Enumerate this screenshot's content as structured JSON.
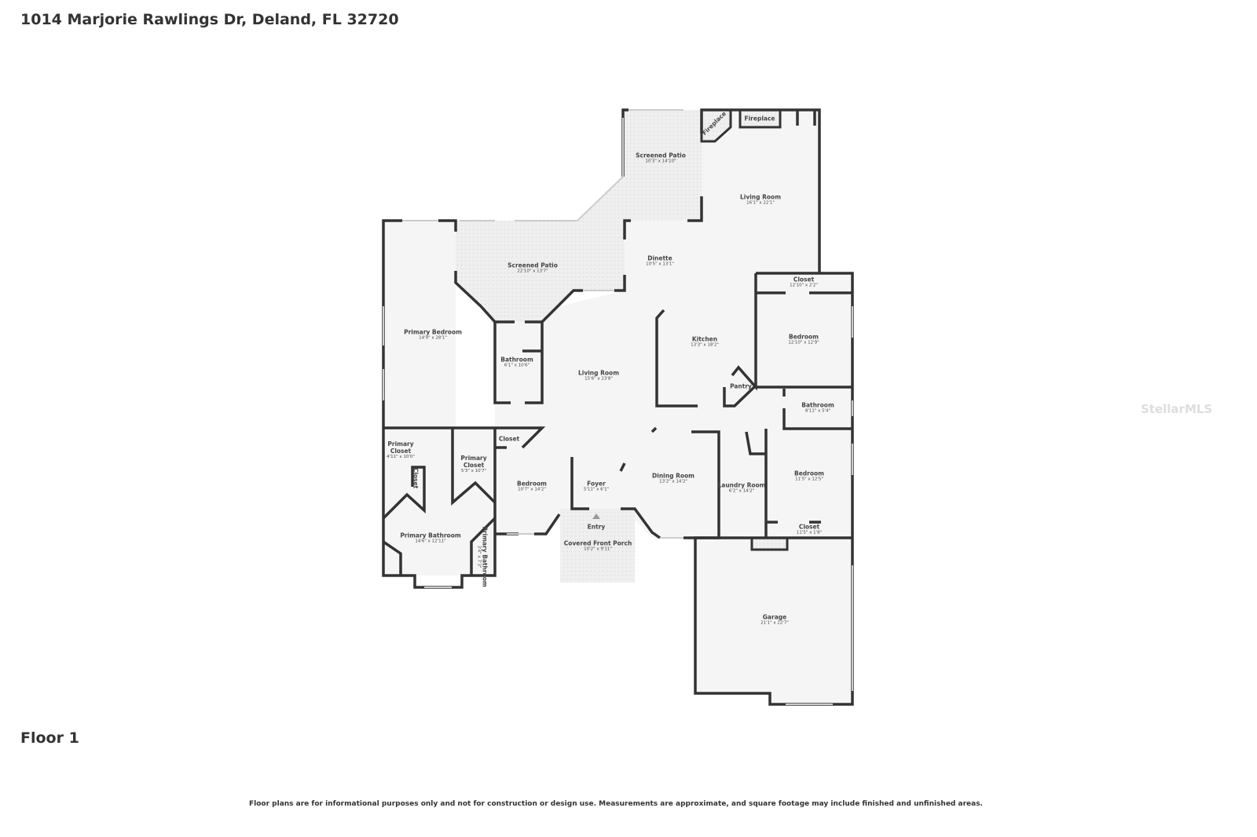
{
  "header": {
    "address": "1014 Marjorie Rawlings Dr, Deland, FL 32720"
  },
  "floor_label": "Floor 1",
  "disclaimer": "Floor plans are for informational purposes only and not for construction or design use. Measurements are approximate, and square footage may include finished and unfinished areas.",
  "watermark": "StellarMLS",
  "rooms": [
    {
      "name": "Screened Patio",
      "dims": "10'3\" x 14'10\""
    },
    {
      "name": "Living Room",
      "dims": "16'1\" x 22'1\""
    },
    {
      "name": "Screened Patio",
      "dims": "22'10\" x 13'7\""
    },
    {
      "name": "Dinette",
      "dims": "10'5\" x 13'1\""
    },
    {
      "name": "Closet",
      "dims": "12'10\" x 2'2\""
    },
    {
      "name": "Primary Bedroom",
      "dims": "14'9\" x 28'1\""
    },
    {
      "name": "Bathroom",
      "dims": "6'1\" x 10'6\""
    },
    {
      "name": "Living Room",
      "dims": "15'6\" x 23'8\""
    },
    {
      "name": "Kitchen",
      "dims": "13'3\" x 18'2\""
    },
    {
      "name": "Bedroom",
      "dims": "12'10\" x 12'9\""
    },
    {
      "name": "Pantry",
      "dims": ""
    },
    {
      "name": "Bathroom",
      "dims": "8'11\" x 5'4\""
    },
    {
      "name": "Primary Closet",
      "dims": "4'11\" x 10'0\""
    },
    {
      "name": "Primary Closet",
      "dims": "5'3\" x 10'7\""
    },
    {
      "name": "Closet",
      "dims": ""
    },
    {
      "name": "Closet",
      "dims": ""
    },
    {
      "name": "Bedroom",
      "dims": "10'7\" x 14'2\""
    },
    {
      "name": "Foyer",
      "dims": "5'11\" x 6'1\""
    },
    {
      "name": "Dining Room",
      "dims": "13'2\" x 14'2\""
    },
    {
      "name": "Laundry Room",
      "dims": "6'2\" x 14'2\""
    },
    {
      "name": "Bedroom",
      "dims": "11'5\" x 12'5\""
    },
    {
      "name": "Closet",
      "dims": "11'5\" x 1'8\""
    },
    {
      "name": "Primary Bathroom",
      "dims": "14'6\" x 12'11\""
    },
    {
      "name": "Primary Bathroom",
      "dims": "3'4\" x 7'3\""
    },
    {
      "name": "Entry",
      "dims": ""
    },
    {
      "name": "Covered Front Porch",
      "dims": "10'2\" x 9'11\""
    },
    {
      "name": "Garage",
      "dims": "21'1\" x 22'7\""
    },
    {
      "name": "Fireplace",
      "dims": ""
    },
    {
      "name": "Fireplace",
      "dims": ""
    }
  ],
  "colors": {
    "wall": "#333333",
    "floor": "#f5f5f5",
    "patio": "#ebebeb",
    "window": "#cccccc"
  }
}
